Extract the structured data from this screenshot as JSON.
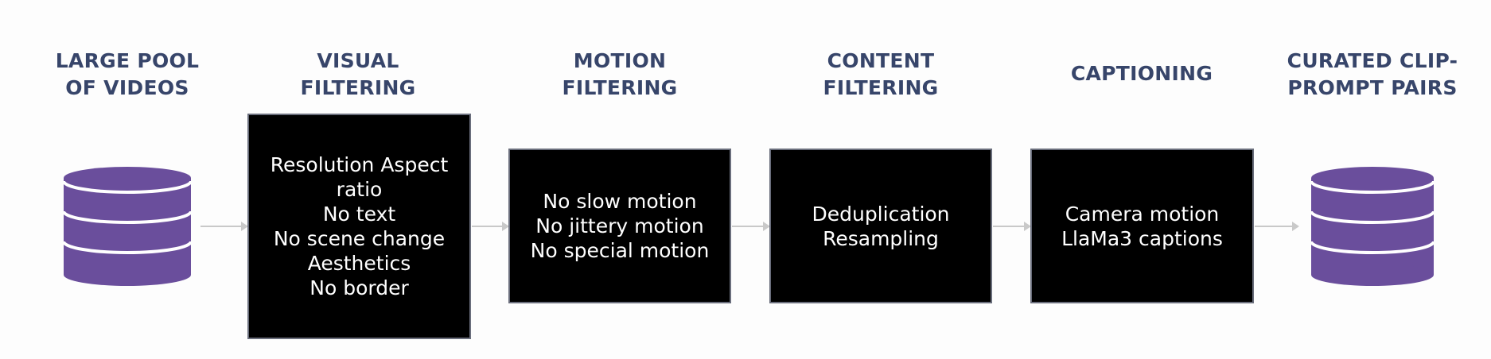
{
  "colors": {
    "title": "#37456a",
    "database": "#6a4e9c",
    "box_fill": "#000000",
    "box_text": "#ffffff",
    "arrow": "#c9c9c9"
  },
  "stages": [
    {
      "title_lines": [
        "LARGE POOL",
        "OF VIDEOS"
      ],
      "icon": "database-icon"
    },
    {
      "title_lines": [
        "VISUAL",
        "FILTERING"
      ],
      "items": [
        "Resolution Aspect",
        "ratio",
        "No text",
        "No scene change",
        "Aesthetics",
        "No border"
      ]
    },
    {
      "title_lines": [
        "MOTION",
        "FILTERING"
      ],
      "items": [
        "No slow motion",
        "No jittery motion",
        "No special motion"
      ]
    },
    {
      "title_lines": [
        "CONTENT",
        "FILTERING"
      ],
      "items": [
        "Deduplication",
        "Resampling"
      ]
    },
    {
      "title_lines": [
        "CAPTIONING"
      ],
      "items": [
        "Camera motion",
        "LlaMa3 captions"
      ]
    },
    {
      "title_lines": [
        "CURATED CLIP-",
        "PROMPT PAIRS"
      ],
      "icon": "database-icon"
    }
  ]
}
